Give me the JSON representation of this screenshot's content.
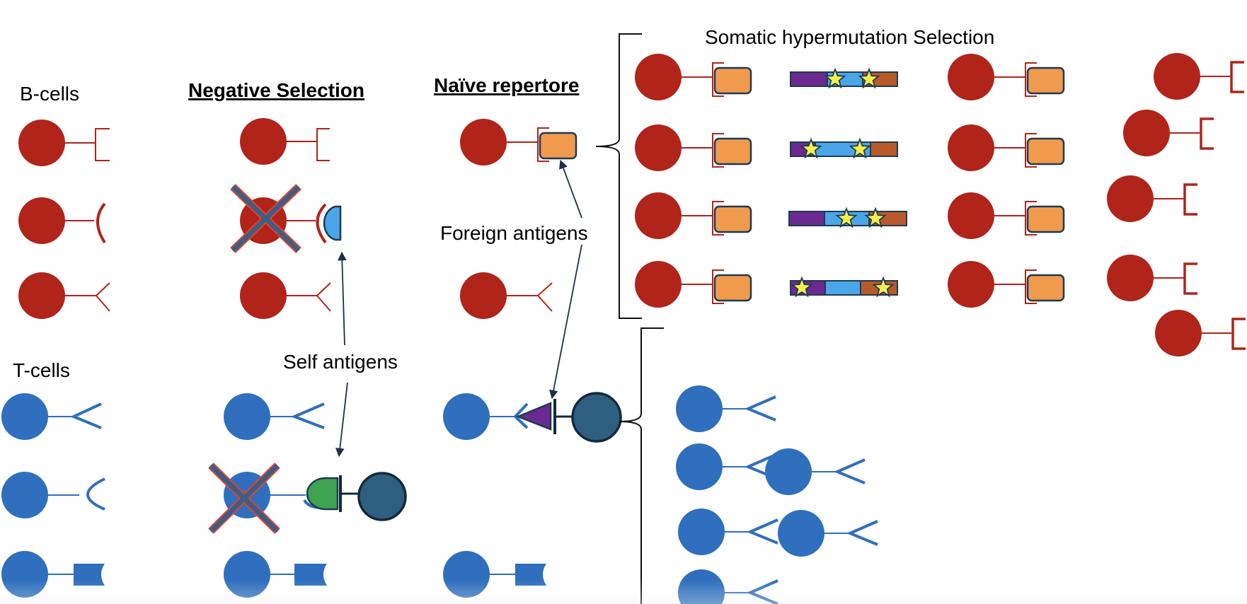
{
  "labels": {
    "b_cells": "B-cells",
    "t_cells": "T-cells",
    "negative_selection": "Negative Selection",
    "naive_repertoire": "Naïve repertore",
    "somatic_hypermutation_selection": "Somatic hypermutation Selection",
    "foreign_antigens": "Foreign antigens",
    "self_antigens": "Self antigens"
  },
  "colors": {
    "b_cell": "#b0241a",
    "t_cell": "#2f6fbd",
    "antigen_orange": "#f09a4e",
    "self_antigen_blue": "#4aa6e8",
    "self_antigen_green": "#3fa352",
    "foreign_antigen_purple": "#6a2a8f",
    "apc_cell": "#2f5f80",
    "segment_purple": "#6a2a8f",
    "segment_blue": "#4aa6e8",
    "segment_brown": "#b85a2a",
    "mutation_star": "#f5f04a",
    "rejection_cross": "#e8402c"
  },
  "icons": [
    "cross-mark-icon",
    "star-icon",
    "arrow-icon",
    "brace-icon"
  ]
}
